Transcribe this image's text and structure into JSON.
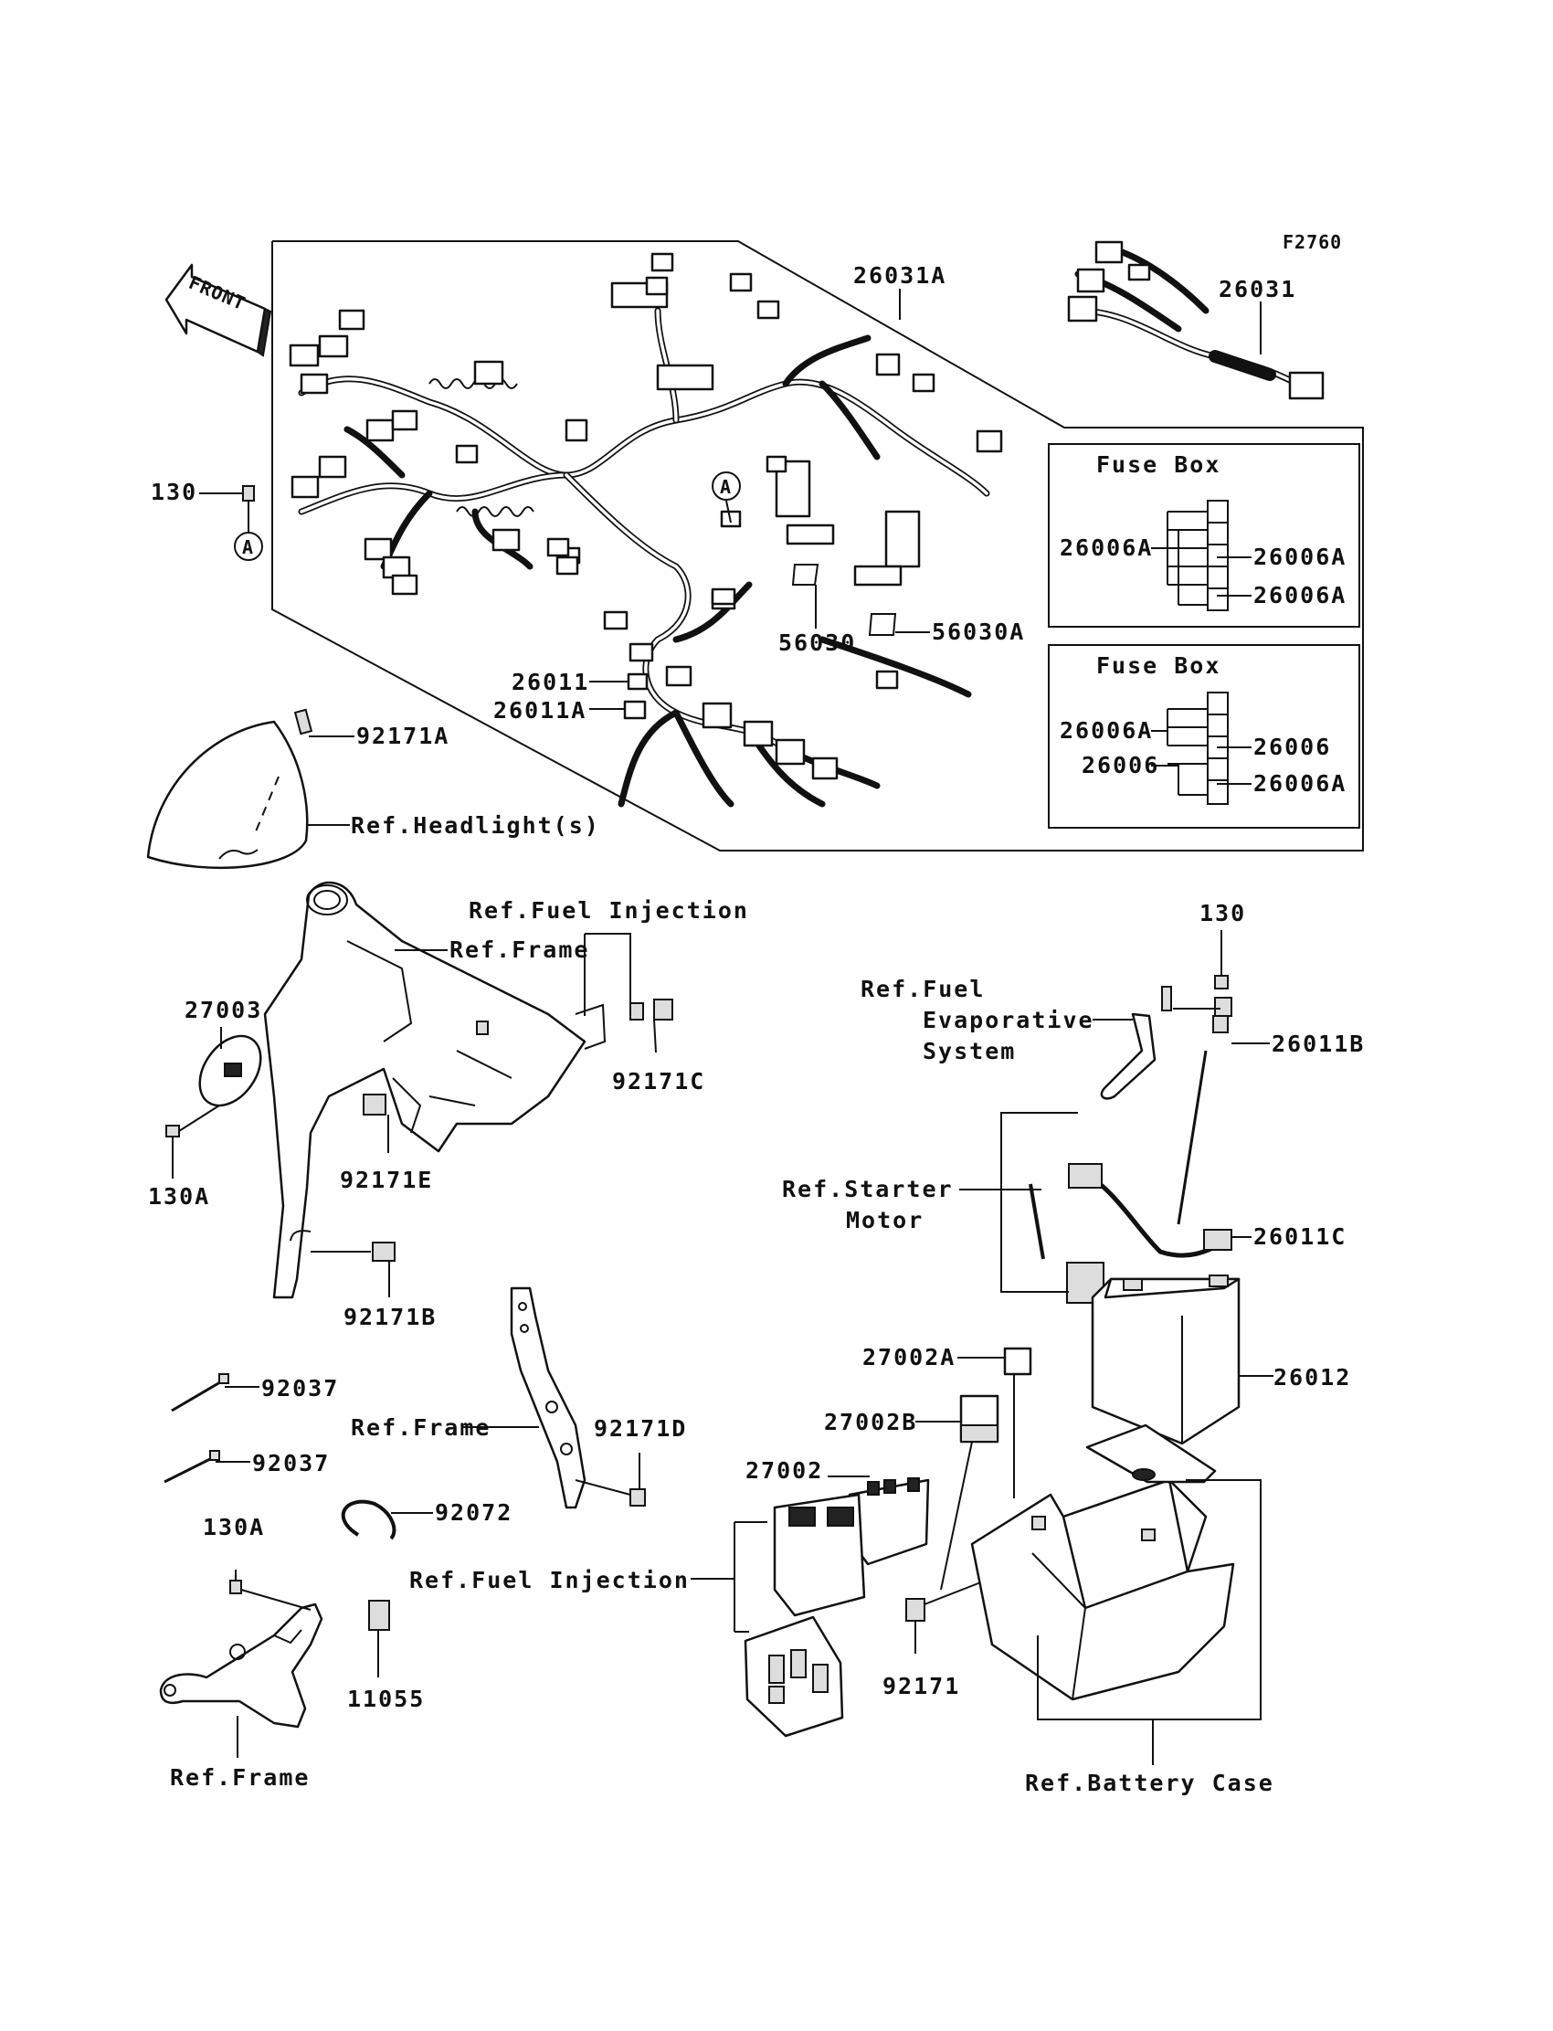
{
  "figure_code": "F2760",
  "front_arrow": "FRONT",
  "callout_marker": "A",
  "parts": {
    "p26031A": "26031A",
    "p26031": "26031",
    "p130_top": "130",
    "p56030": "56030",
    "p56030A": "56030A",
    "p26011": "26011",
    "p26011A": "26011A",
    "p92171A": "92171A",
    "p27003": "27003",
    "p92171C": "92171C",
    "p130A_left": "130A",
    "p92171E": "92171E",
    "p92171B": "92171B",
    "p92037_a": "92037",
    "p92037_b": "92037",
    "p92072": "92072",
    "p92171D": "92171D",
    "p130A_bottom": "130A",
    "p11055": "11055",
    "p130_right": "130",
    "p26011B": "26011B",
    "p26011C": "26011C",
    "p26012": "26012",
    "p27002A": "27002A",
    "p27002B": "27002B",
    "p27002": "27002",
    "p92171": "92171"
  },
  "fuse_boxes": [
    {
      "title": "Fuse Box",
      "left_labels": [
        "26006A"
      ],
      "right_labels": [
        "26006A",
        "26006A"
      ]
    },
    {
      "title": "Fuse Box",
      "left_labels": [
        "26006A",
        "26006"
      ],
      "right_labels": [
        "26006",
        "26006A"
      ]
    }
  ],
  "references": {
    "headlight": "Ref.Headlight(s)",
    "fuel_injection_top": "Ref.Fuel Injection",
    "frame_top": "Ref.Frame",
    "fuel_evap_1": "Ref.Fuel",
    "fuel_evap_2": "Evaporative",
    "fuel_evap_3": "System",
    "starter_1": "Ref.Starter",
    "starter_2": "Motor",
    "frame_mid": "Ref.Frame",
    "fuel_injection_bottom": "Ref.Fuel Injection",
    "frame_bottom": "Ref.Frame",
    "battery_case": "Ref.Battery Case"
  }
}
